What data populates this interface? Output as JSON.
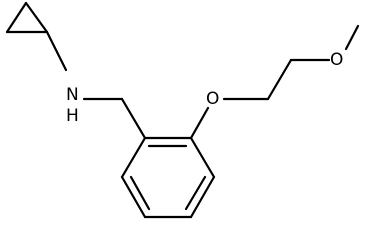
{
  "atoms": {
    "amine_label": "N",
    "amine_h_label": "H",
    "ether_o_label": "O",
    "methoxy_o_label": "O"
  }
}
